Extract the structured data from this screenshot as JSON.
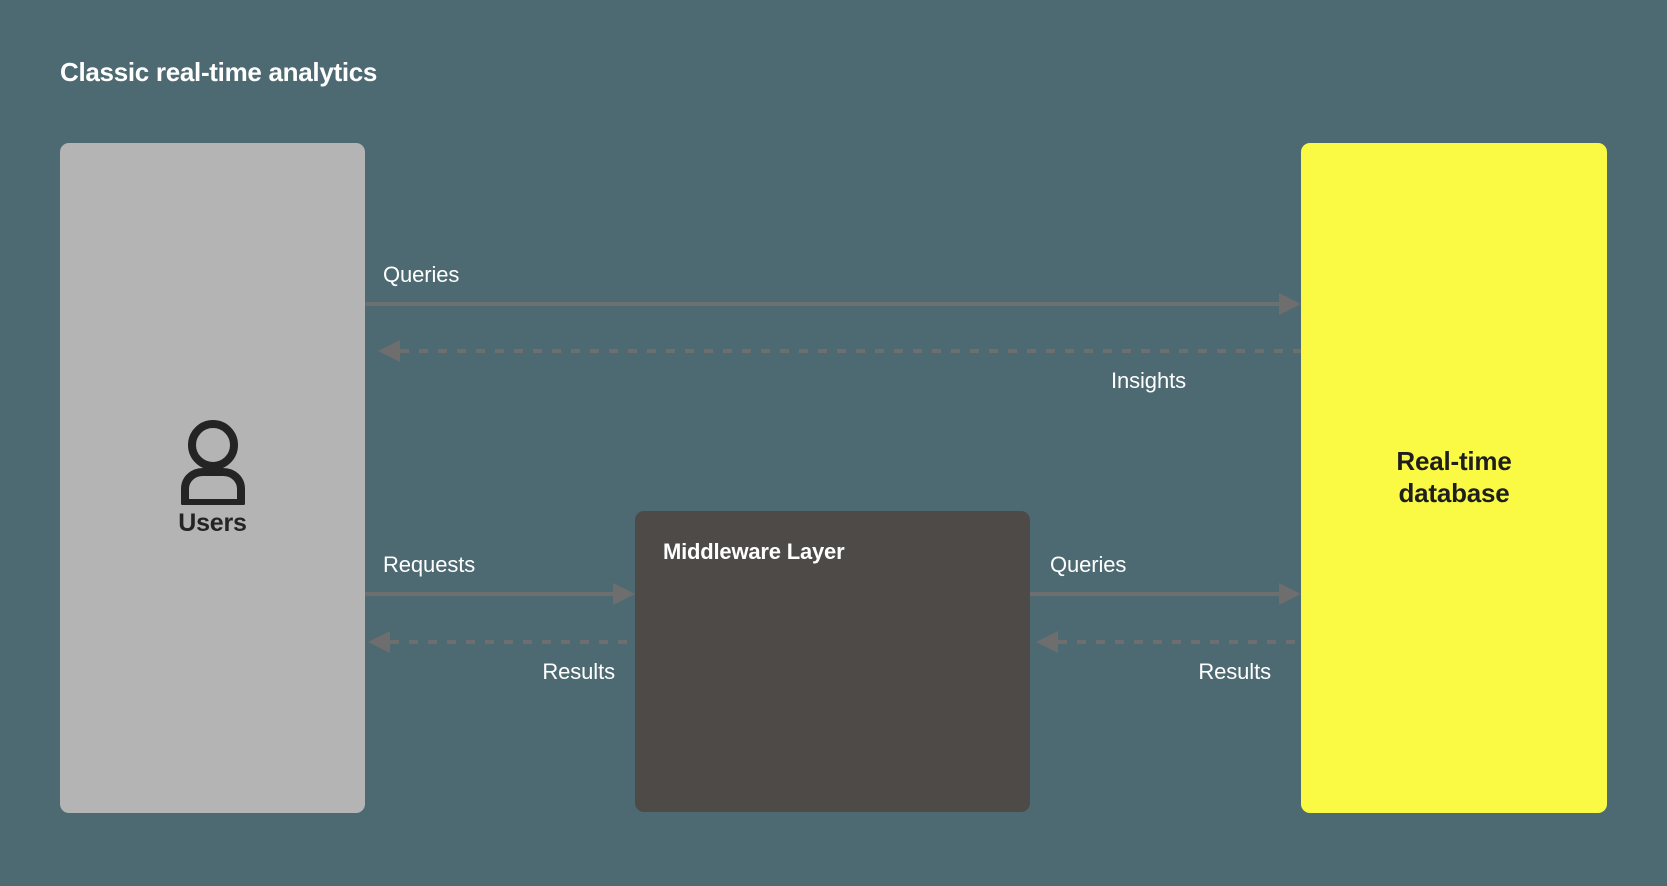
{
  "diagram": {
    "title": "Classic real-time analytics",
    "background_color": "#4d6a72",
    "connector_color": "#6e6e6e"
  },
  "nodes": {
    "users": {
      "label": "Users",
      "icon": "user-icon",
      "fill_color": "#b4b4b4",
      "text_color": "#242424"
    },
    "middleware": {
      "label": "Middleware Layer",
      "fill_color": "#4d4a47",
      "text_color": "#ffffff"
    },
    "database": {
      "label_line1": "Real-time",
      "label_line2": "database",
      "fill_color": "#fafa45",
      "text_color": "#1e1e1e"
    }
  },
  "edges": {
    "users_to_db_queries": {
      "label": "Queries",
      "style": "solid",
      "direction": "right"
    },
    "db_to_users_insights": {
      "label": "Insights",
      "style": "dashed",
      "direction": "left"
    },
    "users_to_middleware_requests": {
      "label": "Requests",
      "style": "solid",
      "direction": "right"
    },
    "middleware_to_users_results": {
      "label": "Results",
      "style": "dashed",
      "direction": "left"
    },
    "middleware_to_db_queries": {
      "label": "Queries",
      "style": "solid",
      "direction": "right"
    },
    "db_to_middleware_results": {
      "label": "Results",
      "style": "dashed",
      "direction": "left"
    }
  }
}
